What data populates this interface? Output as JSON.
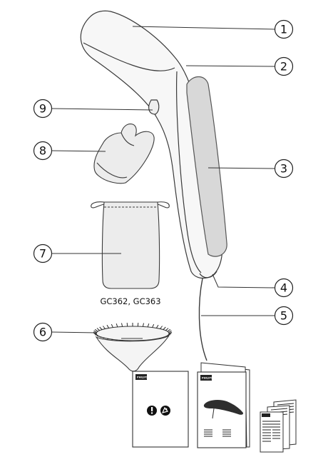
{
  "callouts": [
    "1",
    "2",
    "3",
    "4",
    "5",
    "6",
    "7",
    "8",
    "9"
  ],
  "model_label": "GC362, GC363",
  "brand": "PHILIPS",
  "icons": [
    "warning-icon",
    "recycle-icon"
  ]
}
